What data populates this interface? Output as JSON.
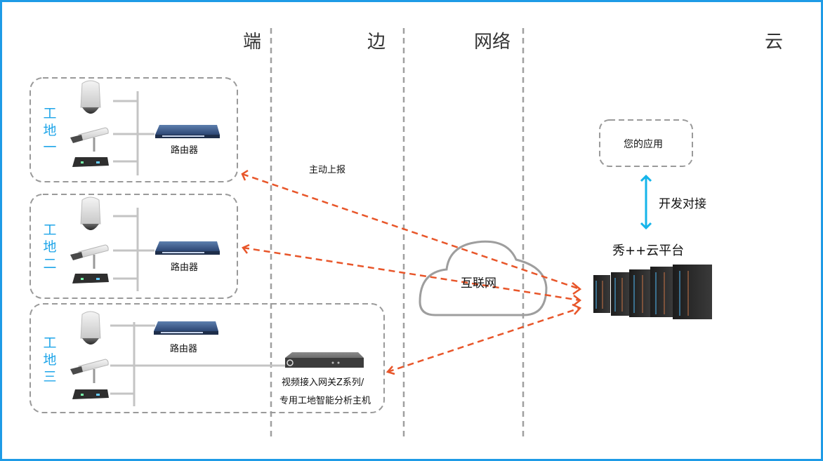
{
  "zones": {
    "end": "端",
    "edge": "边",
    "network": "网络",
    "cloud": "云"
  },
  "sites": [
    {
      "label_chars": [
        "工",
        "地",
        "一"
      ],
      "router_label": "路由器"
    },
    {
      "label_chars": [
        "工",
        "地",
        "二"
      ],
      "router_label": "路由器"
    },
    {
      "label_chars": [
        "工",
        "地",
        "三"
      ],
      "router_label": "路由器"
    }
  ],
  "gateway": {
    "line1": "视频接入网关Z系列/",
    "line2": "专用工地智能分析主机"
  },
  "report_label": "主动上报",
  "internet_label": "互联网",
  "app_box_label": "您的应用",
  "integration_label": "开发对接",
  "platform_label": "秀++云平台",
  "colors": {
    "frame": "#1e9be6",
    "site_label": "#1ea5e9",
    "arrow_orange": "#e8562a",
    "arrow_blue": "#14b4ea",
    "divider": "#a0a0a0"
  }
}
